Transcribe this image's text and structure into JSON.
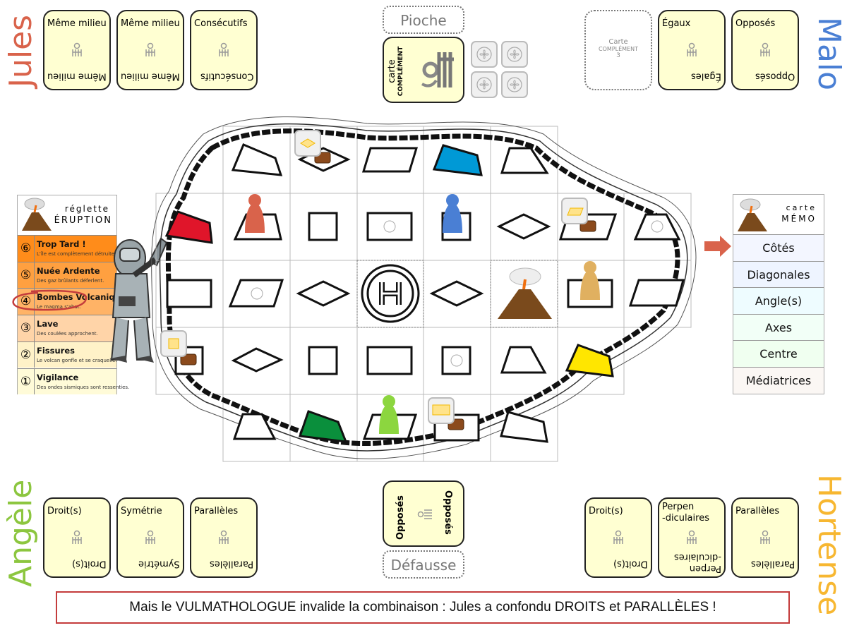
{
  "players": {
    "jules": {
      "name": "Jules",
      "color": "#d9634b",
      "cards": [
        {
          "top": "Même milieu",
          "bottom": "Même milieu"
        },
        {
          "top": "Même milieu",
          "bottom": "Même milieu"
        },
        {
          "top": "Consécutifs",
          "bottom": "Consécutifs"
        }
      ]
    },
    "malo": {
      "name": "Malo",
      "color": "#4a7fd4",
      "complement_slot": {
        "line1": "Carte",
        "line2": "COMPLÉMENT",
        "line3": "3"
      },
      "cards": [
        {
          "top": "Égaux",
          "bottom": "Égales"
        },
        {
          "top": "Opposés",
          "bottom": "Opposés"
        }
      ]
    },
    "angele": {
      "name": "Angèle",
      "color": "#8cc63f",
      "cards": [
        {
          "top": "Droit(s)",
          "bottom": "Droit(s)"
        },
        {
          "top": "Symétrie",
          "bottom": "Symétrie"
        },
        {
          "top": "Parallèles",
          "bottom": "Parallèles"
        }
      ]
    },
    "hortense": {
      "name": "Hortense",
      "color": "#f7b731",
      "cards": [
        {
          "top": "Droit(s)",
          "bottom": "Droit(s)"
        },
        {
          "top": "Perpen\n-diculaires",
          "bottom": "Perpen\n-diculaires"
        },
        {
          "top": "Parallèles",
          "bottom": "Parallèles"
        }
      ]
    }
  },
  "draw_pile": {
    "label": "Pioche",
    "card_line1": "carte",
    "card_line2": "COMPLÉMENT",
    "tokens": [
      "propeller-token",
      "propeller-token",
      "propeller-token",
      "propeller-token"
    ]
  },
  "discard_pile": {
    "label": "Défausse",
    "card_top": "Opposés",
    "card_bottom": "Opposés"
  },
  "eruption_ruler": {
    "title_small": "réglette",
    "title_big": "ÉRUPTION",
    "levels": [
      {
        "num": "⑥",
        "name": "Trop Tard !",
        "desc": "L'île est complètement détruite.",
        "color": "#ff8c1a"
      },
      {
        "num": "⑤",
        "name": "Nuée Ardente",
        "desc": "Des gaz brûlants déferlent.",
        "color": "#ffa040"
      },
      {
        "num": "④",
        "name": "Bombes Volcaniques",
        "desc": "Le magma s'abat.",
        "color": "#ffb366",
        "circled": true
      },
      {
        "num": "③",
        "name": "Lave",
        "desc": "Des coulées approchent.",
        "color": "#ffd4a8"
      },
      {
        "num": "②",
        "name": "Fissures",
        "desc": "Le volcan gonfle et se craquelle.",
        "color": "#fff2c8"
      },
      {
        "num": "①",
        "name": "Vigilance",
        "desc": "Des ondes sismiques sont ressenties.",
        "color": "#fffbd8"
      }
    ]
  },
  "memo_card": {
    "title_small": "carte",
    "title_big": "MÉMO",
    "items": [
      {
        "label": "Côtés",
        "color": "#f3f6ff"
      },
      {
        "label": "Diagonales",
        "color": "#eef4ff"
      },
      {
        "label": "Angle(s)",
        "color": "#eefcff"
      },
      {
        "label": "Axes",
        "color": "#f2fff7"
      },
      {
        "label": "Centre",
        "color": "#f0fff0"
      },
      {
        "label": "Médiatrices",
        "color": "#fbf7f4"
      }
    ]
  },
  "board": {
    "helipad_label": "H",
    "pawns": [
      {
        "player": "Jules",
        "color": "#d9634b"
      },
      {
        "player": "Malo",
        "color": "#4a7fd4"
      },
      {
        "player": "Hortense",
        "color": "#e0b060"
      },
      {
        "player": "Angèle",
        "color": "#8cd63f"
      }
    ],
    "colored_tiles": [
      {
        "color": "#e0152a"
      },
      {
        "color": "#0099d6"
      },
      {
        "color": "#ffe600"
      },
      {
        "color": "#0a8f3c"
      }
    ],
    "treasure_shapes": [
      "rhombus",
      "parallelogram",
      "square",
      "rectangle"
    ]
  },
  "message": "Mais le VULMATHOLOGUE invalide la combinaison : Jules a confondu DROITS et PARALLÈLES !"
}
